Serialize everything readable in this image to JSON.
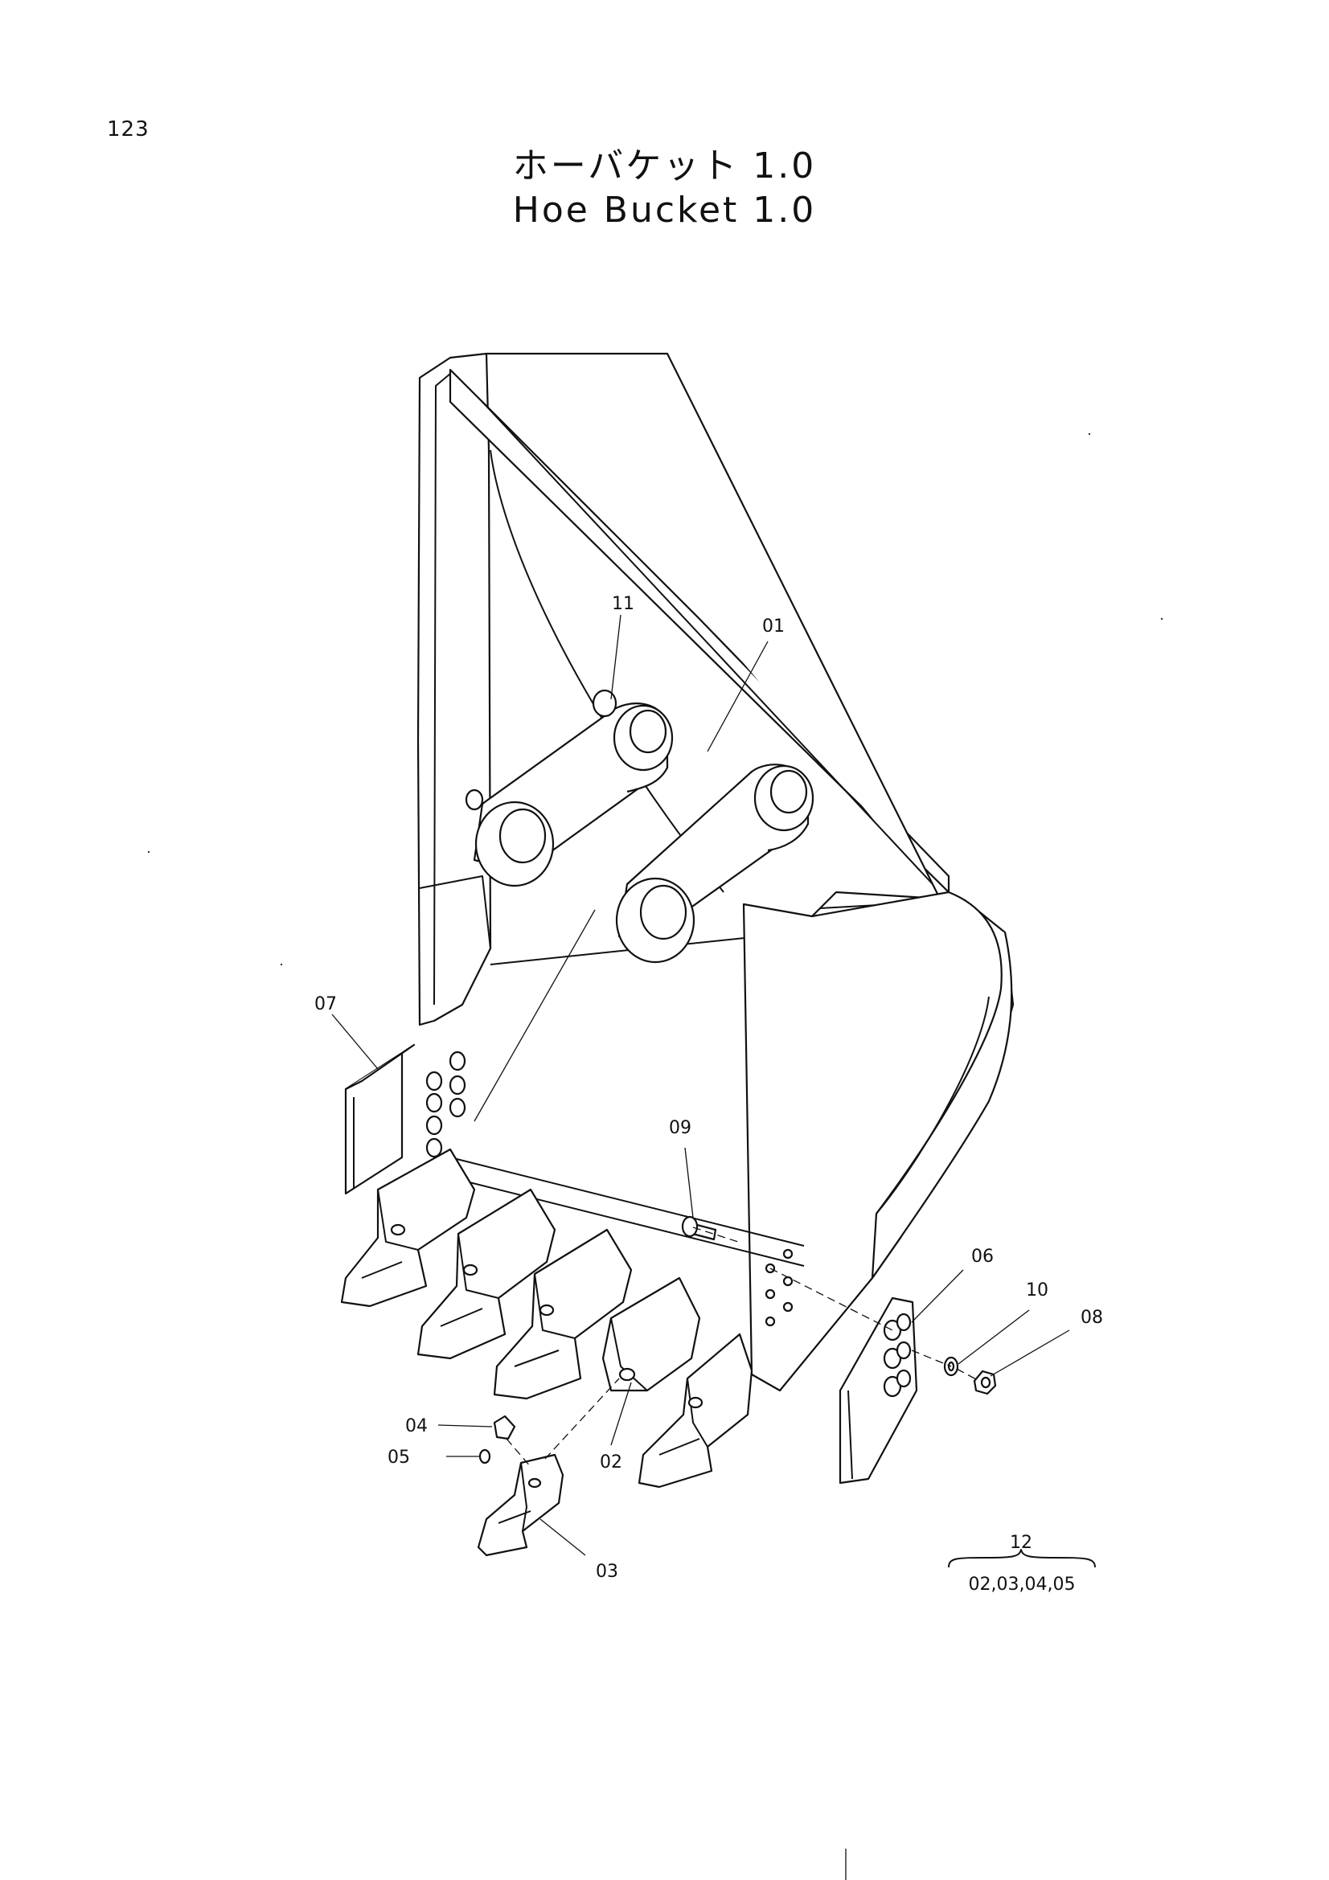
{
  "page": {
    "number": "123"
  },
  "title": {
    "japanese": "ホーバケット 1.0",
    "english": "Hoe Bucket 1.0"
  },
  "callouts": [
    {
      "id": "11",
      "label": "11"
    },
    {
      "id": "01",
      "label": "01"
    },
    {
      "id": "07",
      "label": "07"
    },
    {
      "id": "09",
      "label": "09"
    },
    {
      "id": "06",
      "label": "06"
    },
    {
      "id": "10",
      "label": "10"
    },
    {
      "id": "08",
      "label": "08"
    },
    {
      "id": "04",
      "label": "04"
    },
    {
      "id": "05",
      "label": "05"
    },
    {
      "id": "02",
      "label": "02"
    },
    {
      "id": "03",
      "label": "03"
    }
  ],
  "kit": {
    "label": "12",
    "components": "02,03,04,05"
  }
}
